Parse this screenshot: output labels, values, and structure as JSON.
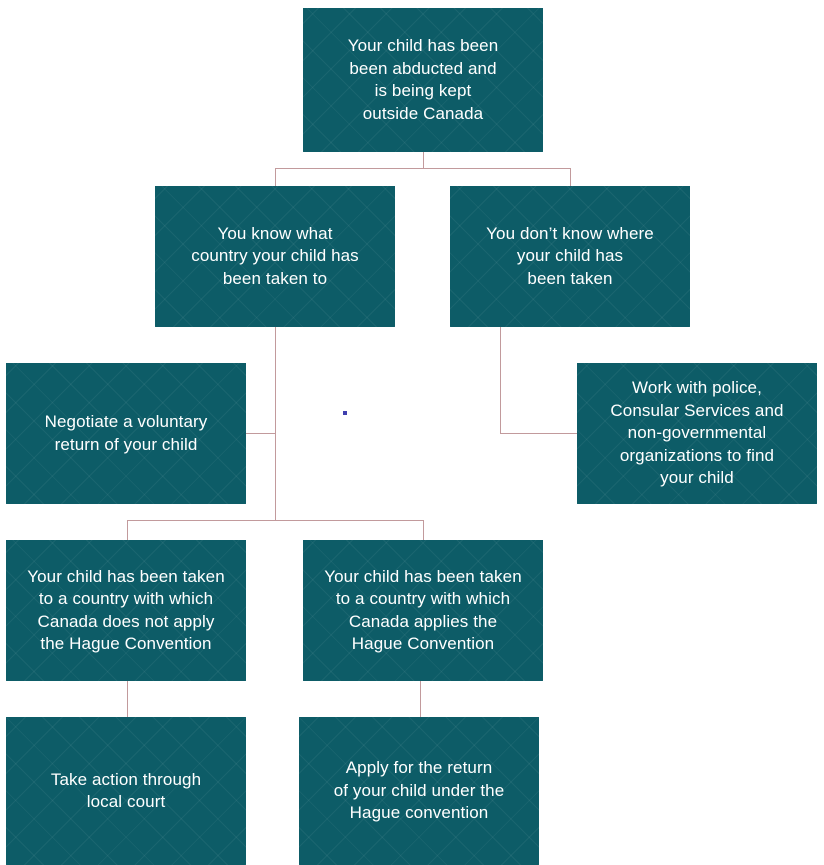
{
  "diagram": {
    "title": "International child abduction decision flowchart",
    "colors": {
      "node_fill": "#0d5c67",
      "node_text": "#ffffff",
      "connector": "#c29a9c",
      "canvas": "#ffffff",
      "marker_dot": "#3f3fae"
    },
    "nodes": [
      {
        "id": "root",
        "text": "Your child has been\nbeen abducted and\nis being kept\noutside Canada"
      },
      {
        "id": "known",
        "text": "You know what\ncountry your child has\nbeen taken to"
      },
      {
        "id": "unknown",
        "text": "You don’t know where\nyour child has\nbeen taken"
      },
      {
        "id": "negotiate",
        "text": "Negotiate a voluntary\nreturn of your child"
      },
      {
        "id": "police",
        "text": "Work with police,\nConsular Services and\nnon-governmental\norganizations to find\nyour child"
      },
      {
        "id": "nohague",
        "text": "Your child has been taken\nto a country with which\nCanada does not apply\nthe Hague Convention"
      },
      {
        "id": "hague",
        "text": "Your child has been taken\nto a country with which\nCanada applies the\nHague Convention"
      },
      {
        "id": "court",
        "text": "Take action through\nlocal court"
      },
      {
        "id": "apply",
        "text": "Apply for the return\nof your child under the\nHague convention"
      }
    ]
  }
}
